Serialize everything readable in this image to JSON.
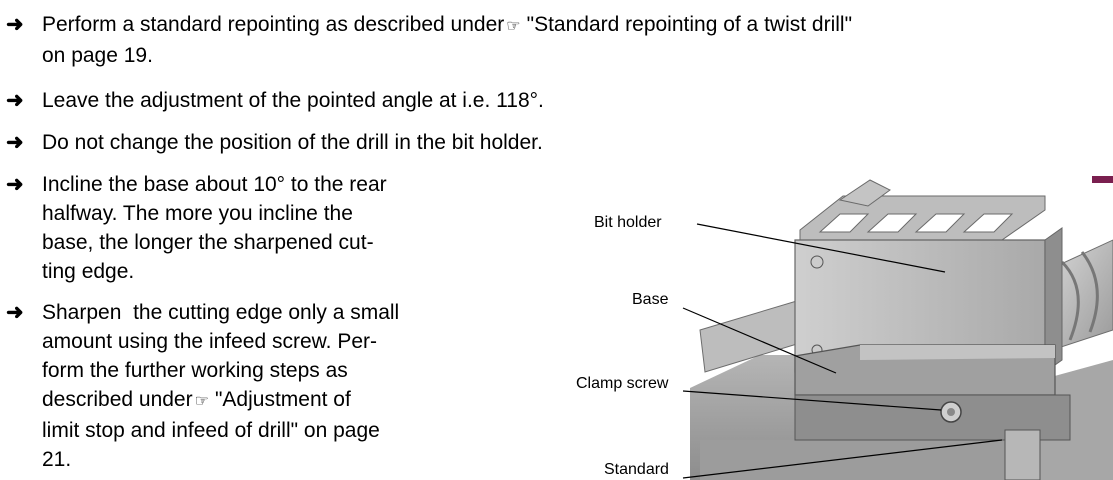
{
  "steps": [
    {
      "arrow": "➜",
      "lines": [
        {
          "pre": "Perform a standard repointing as described under",
          "ref_icon": "☞",
          "post": "\"Standard repointing of a twist drill\""
        },
        {
          "pre": "on page 19."
        }
      ]
    },
    {
      "arrow": "➜",
      "lines": [
        {
          "pre": "Leave the adjustment of the pointed angle at i.e. 118°."
        }
      ]
    },
    {
      "arrow": "➜",
      "lines": [
        {
          "pre": "Do not change the position of the drill in the bit holder."
        }
      ]
    },
    {
      "arrow": "➜",
      "lines": [
        {
          "pre": "Incline the base about 10° to the rear"
        },
        {
          "pre": "halfway. The more you incline the"
        },
        {
          "pre": "base, the longer the sharpened cut-"
        },
        {
          "pre": "ting edge."
        }
      ]
    },
    {
      "arrow": "➜",
      "lines": [
        {
          "pre": "Sharpen  the cutting edge only a small"
        },
        {
          "pre": "amount using the infeed screw. Per-"
        },
        {
          "pre": "form the further working steps as"
        },
        {
          "pre": "described under",
          "ref_icon": "☞",
          "post": "\"Adjustment of"
        },
        {
          "pre": "limit stop and infeed of drill\" on page"
        },
        {
          "pre": "21."
        }
      ]
    }
  ],
  "figure": {
    "labels": {
      "bit_holder": "Bit holder",
      "base": "Base",
      "clamp_screw": "Clamp screw",
      "standard": "Standard"
    },
    "icons": {
      "reference": "pointing-hand-icon",
      "step": "arrow-right-icon"
    }
  }
}
